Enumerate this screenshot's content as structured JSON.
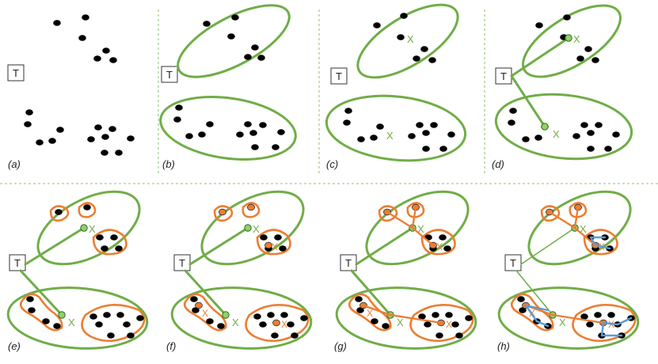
{
  "panels": [
    {
      "label": "(a)"
    },
    {
      "label": "(b)"
    },
    {
      "label": "(c)"
    },
    {
      "label": "(d)"
    },
    {
      "label": "(e)"
    },
    {
      "label": "(f)"
    },
    {
      "label": "(g)"
    },
    {
      "label": "(h)"
    }
  ],
  "terminal_label": "T",
  "centroid_marker": "X",
  "colors": {
    "point": "#000000",
    "cluster": "#70ad47",
    "subcluster": "#ed7d31",
    "tree": "#5b9bd5",
    "divider": "#70ad47"
  }
}
